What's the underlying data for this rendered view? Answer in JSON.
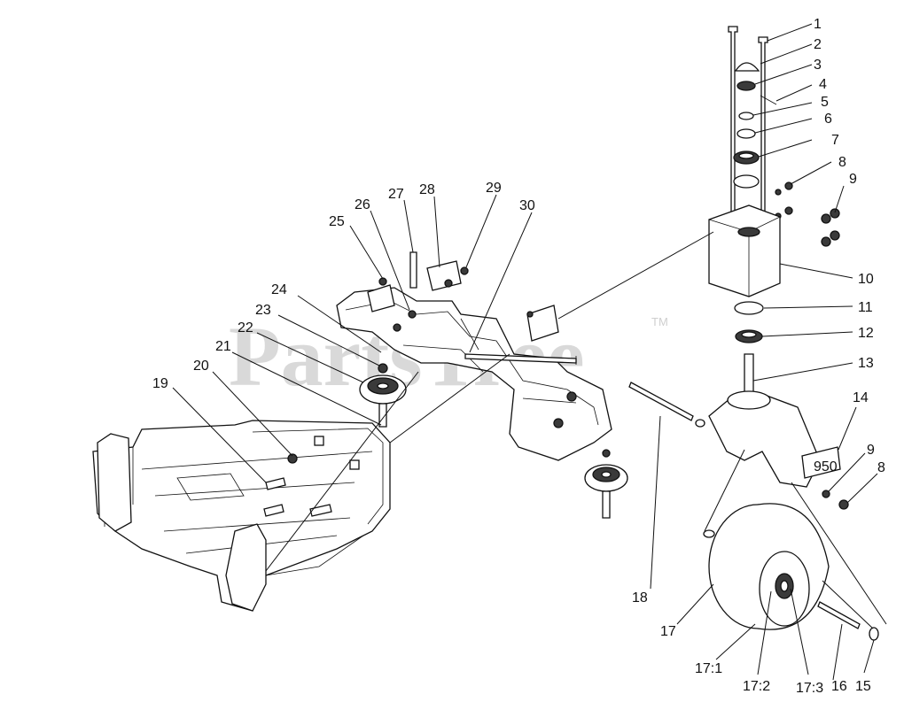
{
  "watermark": {
    "text": "PartsTree",
    "trademark": "TM"
  },
  "decal_text": "950",
  "callouts": [
    "1",
    "2",
    "3",
    "4",
    "5",
    "6",
    "7",
    "8",
    "9",
    "10",
    "11",
    "12",
    "13",
    "14",
    "9",
    "8",
    "15",
    "16",
    "17:3",
    "17:2",
    "17:1",
    "17",
    "18",
    "19",
    "20",
    "21",
    "22",
    "23",
    "24",
    "25",
    "26",
    "27",
    "28",
    "29",
    "30"
  ]
}
